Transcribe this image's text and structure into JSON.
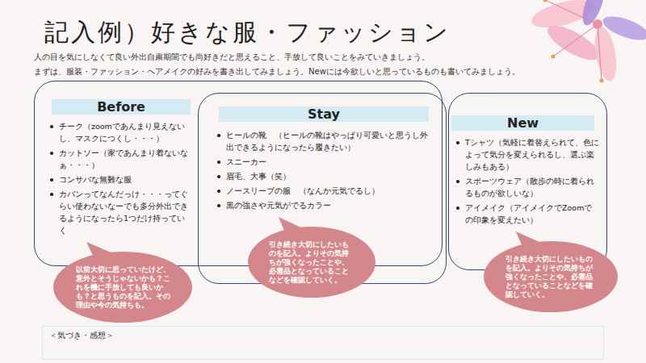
{
  "diagram": {
    "title": "記入例）好きな服・ファッション",
    "nodes": [
      {
        "text": [
          "Before",
          "チーク（zoomであんまり見えないし、マスクにつくし・・・）",
          "カットソー（家であんまり着ないなぁ・・・）",
          "コンサバな無難な服",
          "カバンってなんだっけ・・・ってぐらい使わないなーでも多分外出できるようになったら1つだけ持っていく"
        ]
      },
      {
        "text": [
          "Stay",
          "ヒールの靴　（ヒールの靴はやっぱり可愛いと思うし外出できるようになったら履きたい）",
          "スニーカー",
          "眉毛、大事（笑）",
          "ノースリーブの服　（なんか元気でるし）",
          "黒の強さや元気がでるカラー"
        ]
      },
      {
        "text": [
          "New",
          "Tシャツ（気軽に着替えられて、色によって気分を変えられるし、選ぶ楽しみもある）",
          "スポーツウェア（散歩の時に着られるものが欲しいな）",
          "アイメイク（アイメイクでZoomでの印象を変えたい）"
        ]
      },
      {
        "text": [
          "以前大切に思っていたけど、意外とそうじゃないかも？これを機に手放しても良いかも？と思うものを記入。その理由や今の気持ちも。"
        ]
      },
      {
        "text": [
          "引き続き大切にしたいものを記入。よりその気持ちが強くなったことや、必需品となっていることなどを確認していく。"
        ]
      },
      {
        "text": [
          "引き続き大切にしたいものを記入。よりその気持ちが強くなったことや、必需品となっていることなどを確認していく。"
        ]
      },
      {
        "text": [
          "＜気づき・感想＞"
        ]
      }
    ],
    "labels": [
      "人の目を気にしなくて良い外出自粛期間でも尚好きだと思えること、手放して良いことをみていきましょう。",
      "まずは、服装・ファッション・ヘアメイクの好みを書き出してみましょう。Newには今欲しいと思っているものも書いてみましょう。"
    ]
  }
}
